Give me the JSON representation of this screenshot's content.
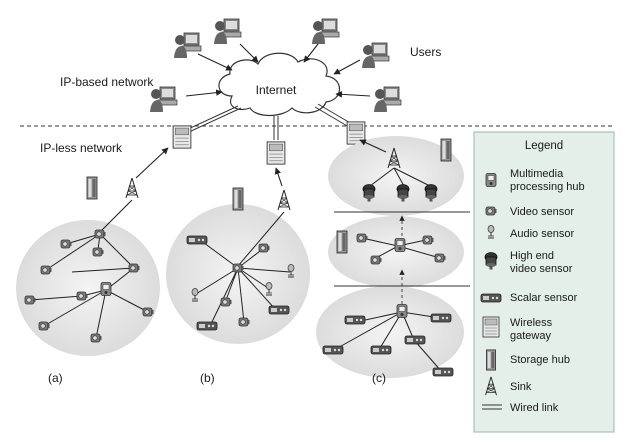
{
  "labels": {
    "users": "Users",
    "ip_based": "IP-based network",
    "ip_less": "IP-less network",
    "internet": "Internet",
    "panel_a": "(a)",
    "panel_b": "(b)",
    "panel_c": "(c)"
  },
  "legend": {
    "title": "Legend",
    "items": [
      {
        "icon": "multimedia-hub-icon",
        "lines": [
          "Multimedia",
          "processing hub"
        ]
      },
      {
        "icon": "video-sensor-icon",
        "lines": [
          "Video sensor"
        ]
      },
      {
        "icon": "audio-sensor-icon",
        "lines": [
          "Audio sensor"
        ]
      },
      {
        "icon": "high-end-video-sensor-icon",
        "lines": [
          "High end",
          "video sensor"
        ]
      },
      {
        "icon": "scalar-sensor-icon",
        "lines": [
          "Scalar sensor"
        ]
      },
      {
        "icon": "wireless-gateway-icon",
        "lines": [
          "Wireless",
          "gateway"
        ]
      },
      {
        "icon": "storage-hub-icon",
        "lines": [
          "Storage hub"
        ]
      },
      {
        "icon": "sink-icon",
        "lines": [
          "Sink"
        ]
      },
      {
        "icon": "wired-link-icon",
        "lines": [
          "Wired link"
        ]
      }
    ]
  },
  "colors": {
    "legend_bg": "#e3efe8",
    "legend_border": "#9bb8a6",
    "cluster_fill": "#eeeeee",
    "cloud_fill": "#ffffff"
  }
}
